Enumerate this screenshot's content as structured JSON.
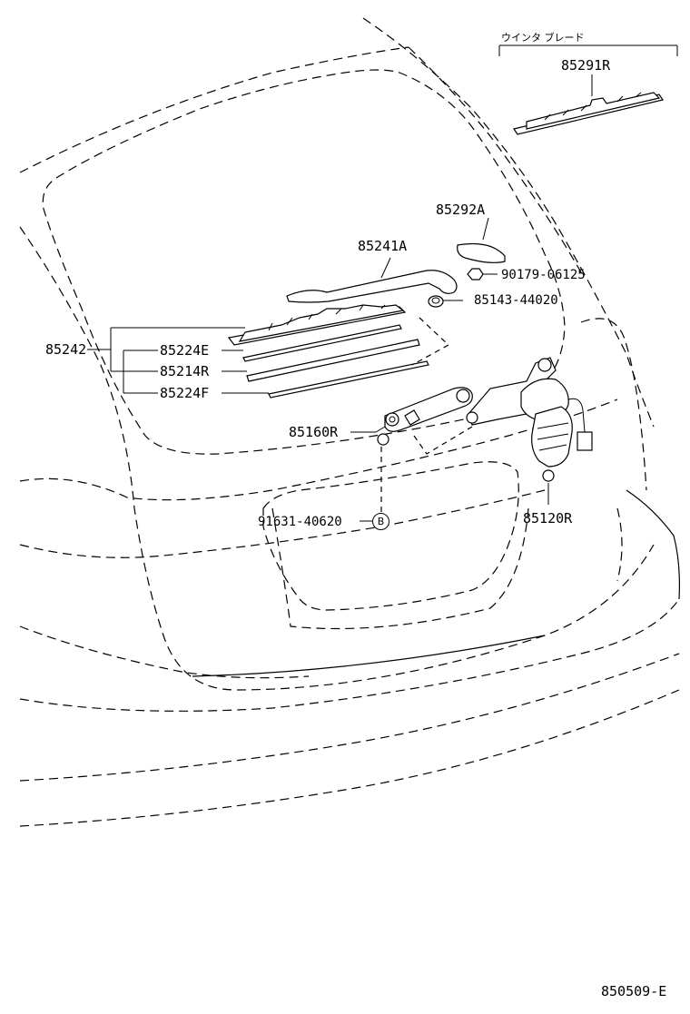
{
  "section": {
    "title": "ウインタ ブレード"
  },
  "parts": {
    "blade_assy": "85291R",
    "arm_cover": "85292A",
    "arm": "85241A",
    "nut": "90179-06125",
    "cap": "85143-44020",
    "blade_group": "85242",
    "rubber_e": "85224E",
    "blade_r": "85214R",
    "rubber_f": "85224F",
    "link": "85160R",
    "clip": "91631-40620",
    "clip_ref": "B",
    "motor": "85120R"
  },
  "figure_id": "850509-E"
}
